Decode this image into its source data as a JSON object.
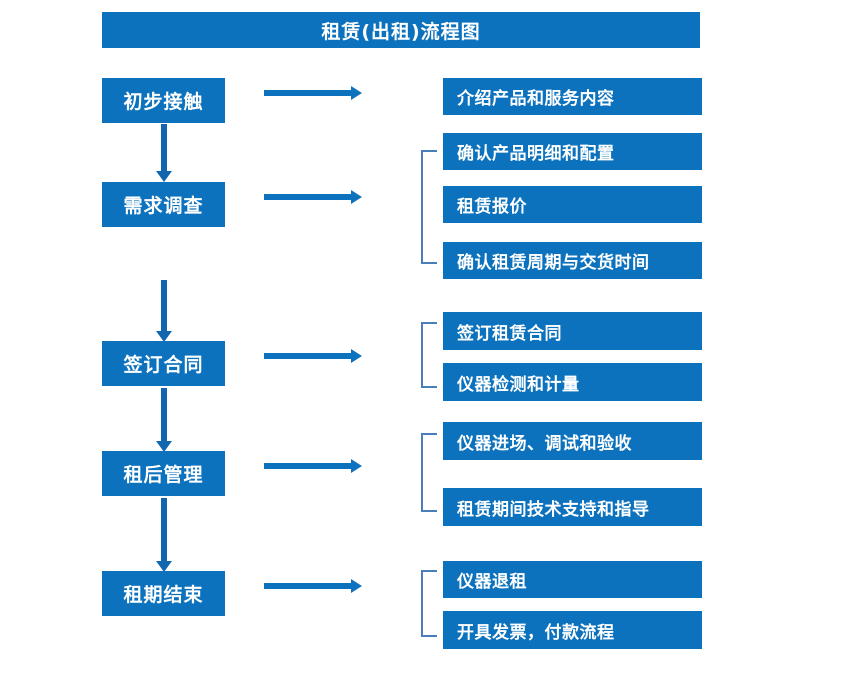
{
  "diagram": {
    "title": "租赁(出租)流程图",
    "theme": {
      "box_fill": "#0d72bd",
      "box_text": "#ffffff",
      "arrow": "#0d72bd",
      "bracket": "#4a7ebb",
      "background": "#ffffff"
    },
    "stages": [
      {
        "label": "初步接触"
      },
      {
        "label": "需求调查"
      },
      {
        "label": "签订合同"
      },
      {
        "label": "租后管理"
      },
      {
        "label": "租期结束"
      }
    ],
    "details": [
      {
        "label": "介绍产品和服务内容"
      },
      {
        "label": "确认产品明细和配置"
      },
      {
        "label": "租赁报价"
      },
      {
        "label": "确认租赁周期与交货时间"
      },
      {
        "label": "签订租赁合同"
      },
      {
        "label": "仪器检测和计量"
      },
      {
        "label": "仪器进场、调试和验收"
      },
      {
        "label": "租赁期间技术支持和指导"
      },
      {
        "label": "仪器退租"
      },
      {
        "label": "开具发票，付款流程"
      }
    ],
    "connectors": {
      "stage_to_detail_arrows": 5,
      "stage_to_stage_arrows": 4,
      "group_brackets": 4
    }
  }
}
